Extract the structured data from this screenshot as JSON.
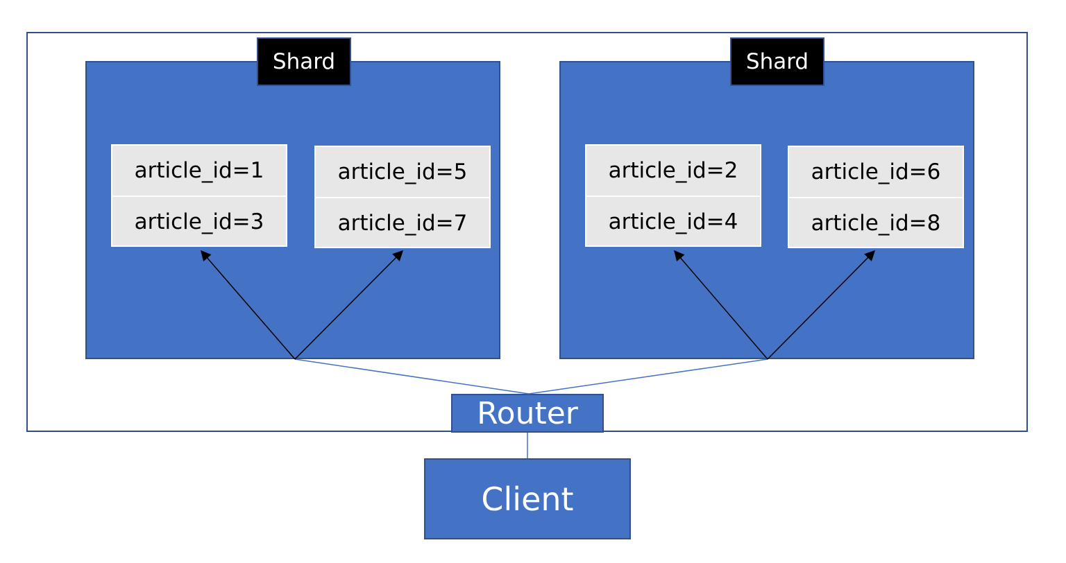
{
  "diagram": {
    "shards": [
      {
        "label": "Shard",
        "chunks": [
          [
            "article_id=1",
            "article_id=3"
          ],
          [
            "article_id=5",
            "article_id=7"
          ]
        ]
      },
      {
        "label": "Shard",
        "chunks": [
          [
            "article_id=2",
            "article_id=4"
          ],
          [
            "article_id=6",
            "article_id=8"
          ]
        ]
      }
    ],
    "router_label": "Router",
    "client_label": "Client"
  },
  "colors": {
    "node_fill": "#4472c4",
    "node_border": "#2f528f",
    "chunk_fill": "#e7e7e7",
    "tag_fill": "#000000",
    "text_light": "#ffffff"
  }
}
